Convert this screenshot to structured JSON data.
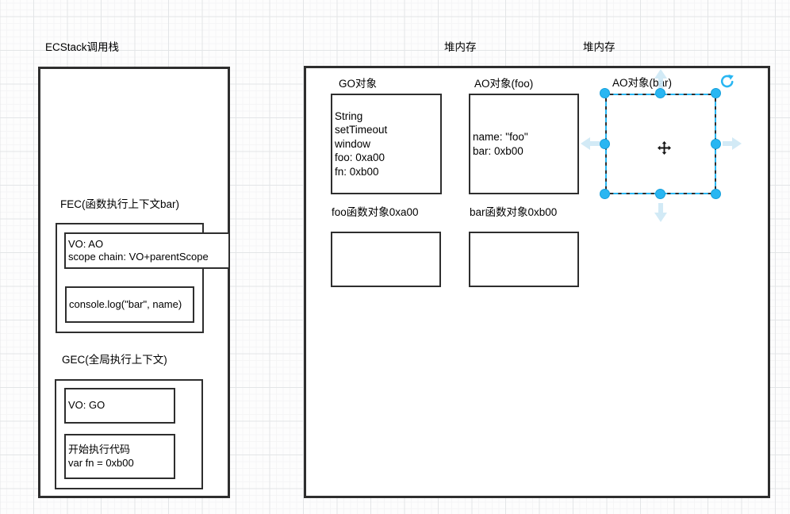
{
  "stack_panel": {
    "title": "ECStack调用栈",
    "fec": {
      "label": "FEC(函数执行上下文bar)",
      "vo": "VO: AO\nscope chain: VO+parentScope",
      "code": "console.log(\"bar\", name)"
    },
    "gec": {
      "label": "GEC(全局执行上下文)",
      "vo": "VO: GO",
      "code": "开始执行代码\nvar fn = 0xb00"
    }
  },
  "heap_panel": {
    "title_left": "堆内存",
    "title_right": "堆内存",
    "go_object": {
      "label": "GO对象",
      "content": "String\nsetTimeout\nwindow\nfoo: 0xa00\nfn: 0xb00"
    },
    "ao_foo": {
      "label": "AO对象(foo)",
      "content": "name: \"foo\"\nbar: 0xb00"
    },
    "ao_bar": {
      "label": "AO对象(bar)",
      "content": ""
    },
    "foo_fn": {
      "label": "foo函数对象0xa00"
    },
    "bar_fn": {
      "label": "bar函数对象0xb00"
    }
  },
  "icons": {
    "rotate": "rotate-icon",
    "move": "move-cursor-icon",
    "direction_arrows": [
      "up",
      "down",
      "left",
      "right"
    ]
  },
  "colors": {
    "accent": "#29b6f2",
    "accent_pale": "#cfe9f6",
    "shape_border": "#2e2e2e",
    "grid_major": "#e3e5e7",
    "grid_minor": "#f5f5f6"
  }
}
